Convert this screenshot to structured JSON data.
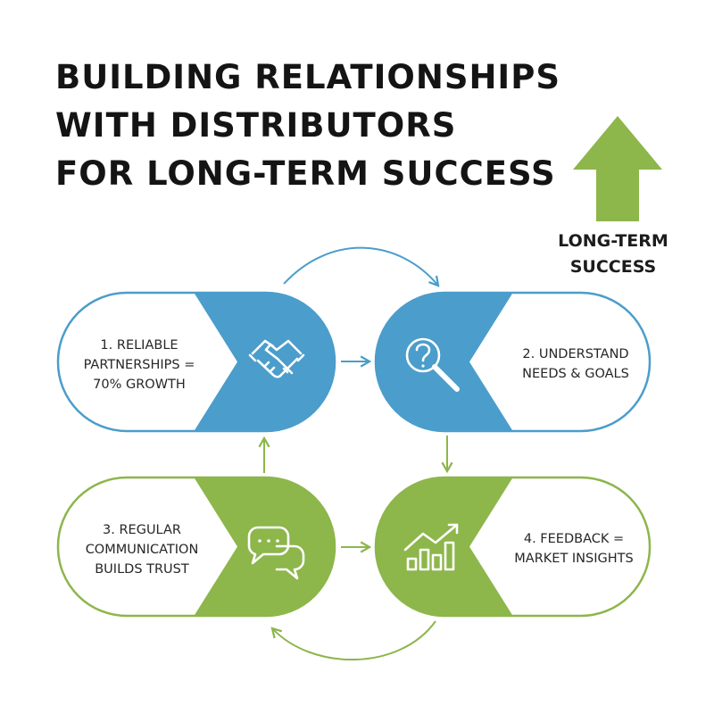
{
  "title": {
    "line1": "BUILDING RELATIONSHIPS",
    "line2": "WITH DISTRIBUTORS",
    "line3": "FOR LONG-TERM SUCCESS"
  },
  "goal": {
    "line1": "LONG-TERM",
    "line2": "SUCCESS",
    "arrow_color": "#8db64b"
  },
  "colors": {
    "blue": "#4b9dcb",
    "green": "#8db64b"
  },
  "steps": [
    {
      "line1": "1. RELIABLE",
      "line2": "PARTNERSHIPS =",
      "line3": "70% GROWTH",
      "icon": "handshake-icon",
      "color": "blue"
    },
    {
      "line1": "2. UNDERSTAND",
      "line2": "NEEDS & GOALS",
      "icon": "magnifier-question-icon",
      "color": "blue"
    },
    {
      "line1": "3. REGULAR",
      "line2": "COMMUNICATION",
      "line3": "BUILDS TRUST",
      "icon": "chat-bubbles-icon",
      "color": "green"
    },
    {
      "line1": "4. FEEDBACK =",
      "line2": "MARKET INSIGHTS",
      "icon": "growth-chart-icon",
      "color": "green"
    }
  ]
}
